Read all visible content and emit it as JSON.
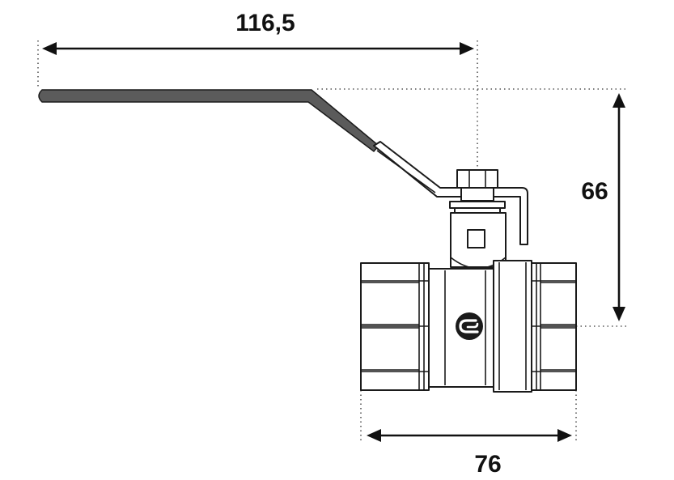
{
  "dimensions": {
    "handle_length": "116,5",
    "height": "66",
    "body_length": "76"
  },
  "colors": {
    "handle_grip": "#5b5b5b",
    "line": "#1a1a1a",
    "background": "#ffffff"
  },
  "logo": {
    "icon": "manufacturer-logo-icon"
  }
}
